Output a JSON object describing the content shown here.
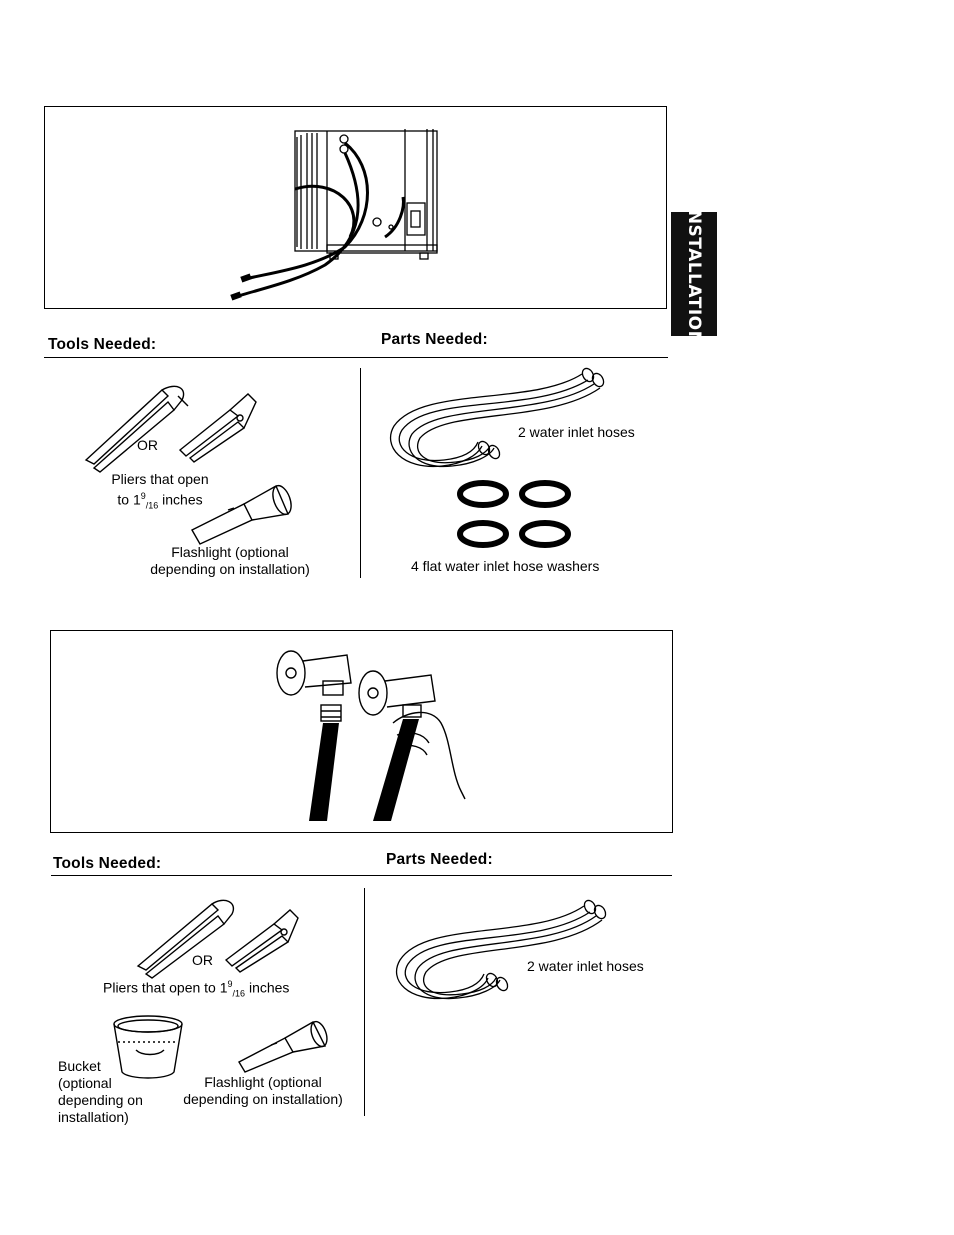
{
  "side_tab": {
    "label": "INSTALLATION"
  },
  "section1": {
    "tools_heading": "Tools Needed:",
    "parts_heading": "Parts Needed:",
    "or_label": "OR",
    "pliers_line1": "Pliers that open",
    "pliers_line2_pre": "to 1",
    "pliers_sup": "9",
    "pliers_sub": "/16",
    "pliers_line2_post": " inches",
    "flashlight_line1": "Flashlight (optional",
    "flashlight_line2": "depending on installation)",
    "hoses_label": "2 water inlet hoses",
    "washers_label": "4 flat water inlet hose washers"
  },
  "section2": {
    "tools_heading": "Tools Needed:",
    "parts_heading": "Parts Needed:",
    "or_label": "OR",
    "pliers_pre": "Pliers that open to 1",
    "pliers_sup": "9",
    "pliers_sub": "/16",
    "pliers_post": " inches",
    "bucket_line1": "Bucket",
    "bucket_line2": "(optional",
    "bucket_line3": "depending on",
    "bucket_line4": "installation)",
    "flashlight_line1": "Flashlight (optional",
    "flashlight_line2": "depending on installation)",
    "hoses_label": "2 water inlet hoses"
  }
}
